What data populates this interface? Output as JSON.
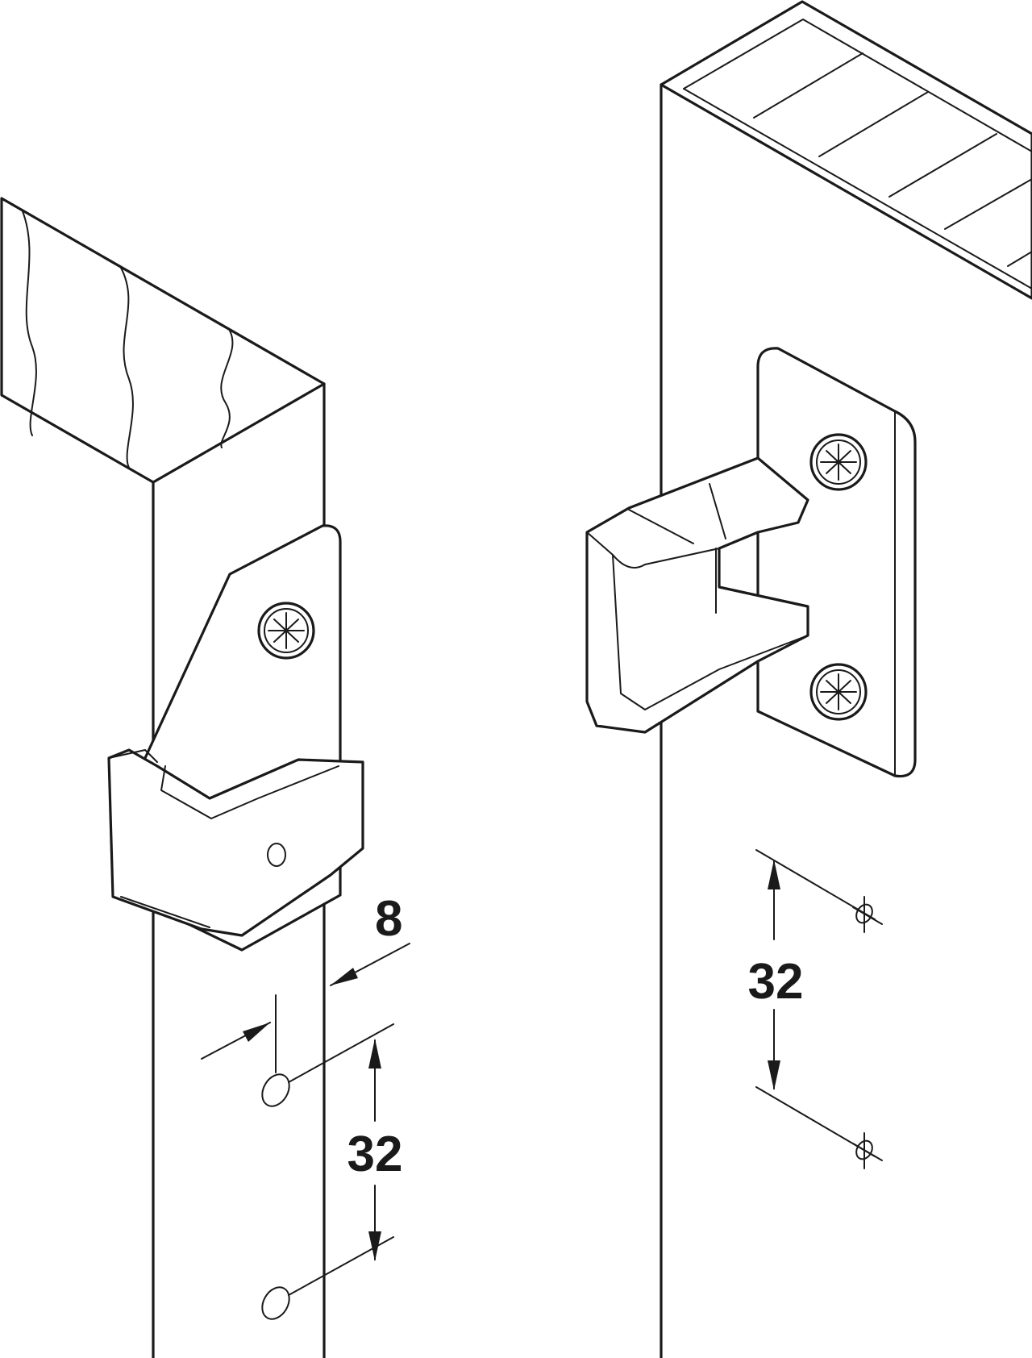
{
  "dimensions": {
    "left_offset": "8",
    "left_spacing": "32",
    "right_spacing": "32"
  },
  "colors": {
    "line": "#1a1a1a",
    "background": "#ffffff"
  }
}
